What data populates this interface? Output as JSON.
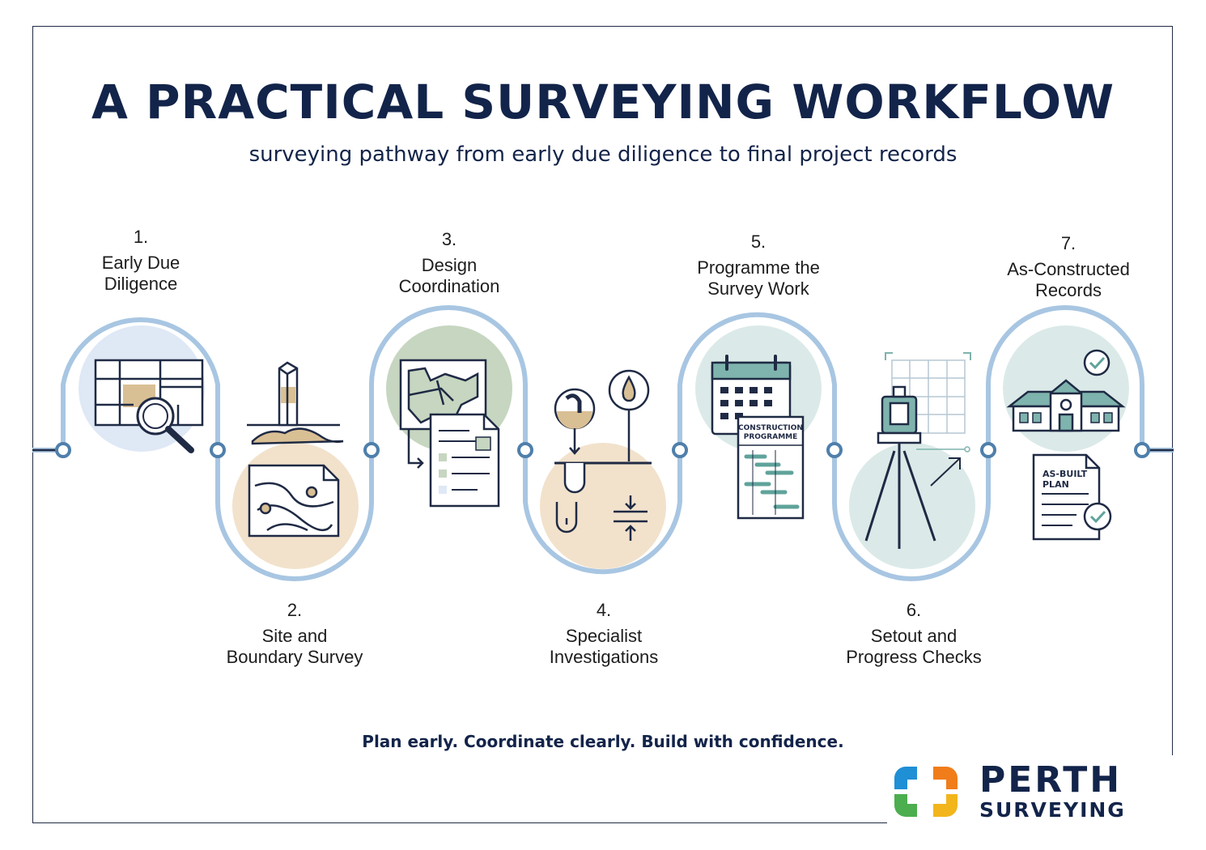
{
  "title": "A PRACTICAL SURVEYING WORKFLOW",
  "subtitle": "surveying pathway from early due diligence to final project records",
  "steps": [
    {
      "number": "1.",
      "label": "Early Due\nDiligence",
      "icon": "map-magnifier-icon"
    },
    {
      "number": "2.",
      "label": "Site and\nBoundary Survey",
      "icon": "survey-peg-topographic-map-icon"
    },
    {
      "number": "3.",
      "label": "Design\nCoordination",
      "icon": "site-plan-documents-icon"
    },
    {
      "number": "4.",
      "label": "Specialist\nInvestigations",
      "icon": "underground-investigation-icon"
    },
    {
      "number": "5.",
      "label": "Programme the\nSurvey Work",
      "icon": "calendar-gantt-icon"
    },
    {
      "number": "6.",
      "label": "Setout and\nProgress Checks",
      "icon": "total-station-icon"
    },
    {
      "number": "7.",
      "label": "As-Constructed\nRecords",
      "icon": "building-as-built-plan-icon"
    }
  ],
  "icon_texts": {
    "programme_line1": "CONSTRUCTION",
    "programme_line2": "PROGRAMME",
    "asbuilt_line1": "AS-BUILT",
    "asbuilt_line2": "PLAN"
  },
  "tagline": "Plan early. Coordinate clearly. Build with confidence.",
  "logo": {
    "line1": "PERTH",
    "line2": "SURVEYING",
    "colors": [
      "#1f8fd6",
      "#f07d1a",
      "#4cae4f",
      "#f2b51c"
    ]
  },
  "colors": {
    "path": "#a8c6e2",
    "node": "#4f7fab",
    "ink": "#1f2a44",
    "navy": "#13244a",
    "circle_blue": "#dfe8f5",
    "circle_sand": "#f2e2cc",
    "circle_green": "#c6d6c0",
    "circle_teal": "#dbeae8"
  }
}
